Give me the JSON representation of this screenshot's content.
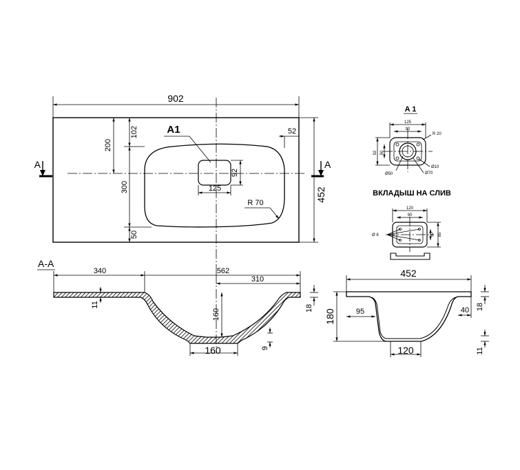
{
  "views": {
    "top": {
      "overall_width": "902",
      "overall_depth": "452",
      "label_detail": "A1",
      "bowl_offset_top": "200",
      "top_margin": "102",
      "bowl_depth": "300",
      "bottom_margin": "50",
      "edge_right": "52",
      "drain_height": "92",
      "drain_width": "125",
      "corner_radius": "R 70",
      "section_mark": "A"
    },
    "section": {
      "title": "A-A",
      "left_offset": "340",
      "center_offset": "562",
      "right_offset": "310",
      "slab_thickness": "11",
      "bowl_depth": "160",
      "drain_width": "160",
      "drain_thickness": "9"
    },
    "side": {
      "width": "452",
      "height": "180",
      "slab_thickness": "18",
      "rim_offset": "95",
      "right_offset": "40",
      "bottom_width": "120",
      "lower_thickness": "11"
    },
    "detail_a1": {
      "title": "A 1",
      "width_outer": "125",
      "width_inner": "90",
      "height_outer": "92",
      "height_inner": "50",
      "radius": "R 20",
      "hole_small": "Ø10",
      "hole_mid": "Ø50",
      "hole_large": "Ø70"
    },
    "insert": {
      "title": "ВКЛАДЫШ НА СЛИВ",
      "width_outer": "120",
      "width_inner": "90",
      "height_inner": "50",
      "height_outer": "85",
      "hole": "Ø 8"
    }
  }
}
